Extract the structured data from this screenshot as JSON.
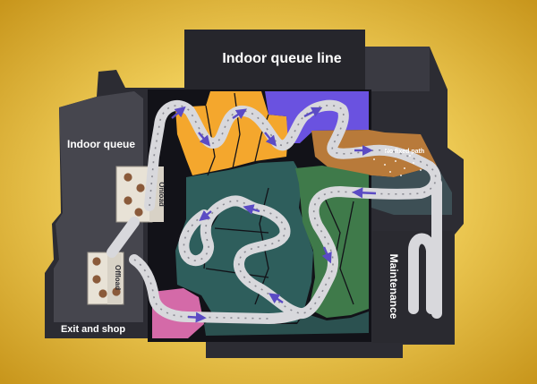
{
  "labels": {
    "indoor_queue_line": "Indoor queue line",
    "indoor_queue": "Indoor queue",
    "onload": "Onload",
    "offload": "Offload",
    "exit_and_shop": "Exit and shop",
    "maintenance": "Maintenance",
    "no_fixed_path": "No fixed path"
  },
  "colors": {
    "background_gold": "#e8b82a",
    "building_dark": "#2c2c33",
    "building_gray": "#4a4a52",
    "floor_black": "#121218",
    "zone_orange": "#f4a72d",
    "zone_purple": "#6a52e0",
    "zone_brown": "#b87a3a",
    "zone_teal": "#2e5e5c",
    "zone_green": "#3f7a4a",
    "zone_pink": "#d46aa8",
    "zone_slate": "#455a62",
    "track": "#d8d8dc",
    "arrow": "#5b4bc4"
  },
  "icons": {
    "direction": "arrow-icon",
    "vehicle_seat": "seat-dot-icon"
  }
}
